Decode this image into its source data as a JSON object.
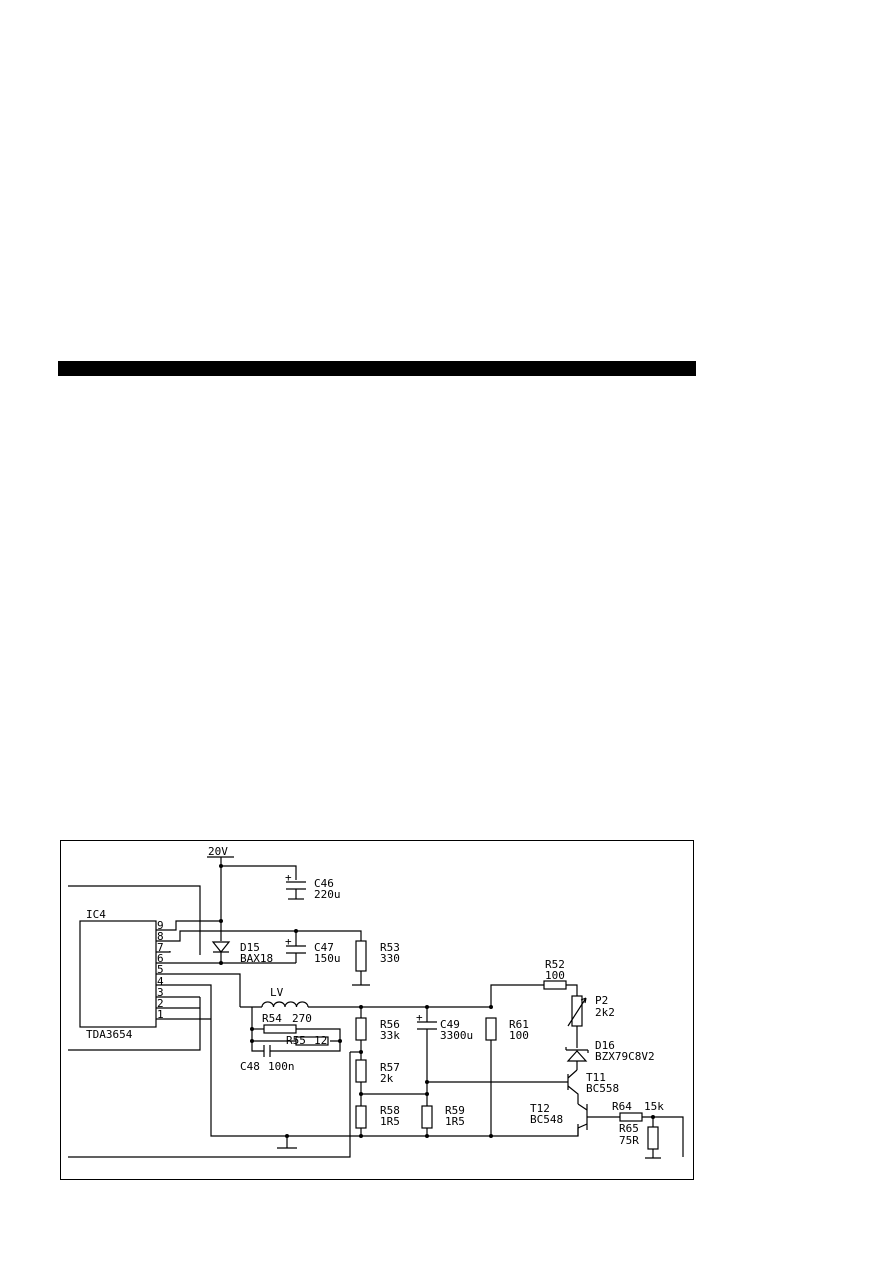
{
  "schematic": {
    "supply": "20V",
    "ic": {
      "ref": "IC4",
      "part": "TDA3654",
      "pins": [
        "9",
        "8",
        "7",
        "6",
        "5",
        "4",
        "3",
        "2",
        "1"
      ]
    },
    "components": {
      "c46": {
        "ref": "C46",
        "value": "220u"
      },
      "d15": {
        "ref": "D15",
        "value": "BAX18"
      },
      "c47": {
        "ref": "C47",
        "value": "150u"
      },
      "r53": {
        "ref": "R53",
        "value": "330"
      },
      "lv": {
        "ref": "LV"
      },
      "r54": {
        "ref": "R54",
        "value": "270"
      },
      "r55": {
        "ref": "R55",
        "value": "12"
      },
      "c48": {
        "ref": "C48",
        "value": "100n"
      },
      "r56": {
        "ref": "R56",
        "value": "33k"
      },
      "r57": {
        "ref": "R57",
        "value": "2k"
      },
      "r58": {
        "ref": "R58",
        "value": "1R5"
      },
      "r59": {
        "ref": "R59",
        "value": "1R5"
      },
      "c49": {
        "ref": "C49",
        "value": "3300u"
      },
      "r61": {
        "ref": "R61",
        "value": "100"
      },
      "r52": {
        "ref": "R52",
        "value": "100"
      },
      "p2": {
        "ref": "P2",
        "value": "2k2"
      },
      "d16": {
        "ref": "D16",
        "value": "BZX79C8V2"
      },
      "t11": {
        "ref": "T11",
        "value": "BC558"
      },
      "t12": {
        "ref": "T12",
        "value": "BC548"
      },
      "r64": {
        "ref": "R64",
        "value": "15k"
      },
      "r65": {
        "ref": "R65",
        "value": "75R"
      }
    },
    "polarity": "+"
  }
}
